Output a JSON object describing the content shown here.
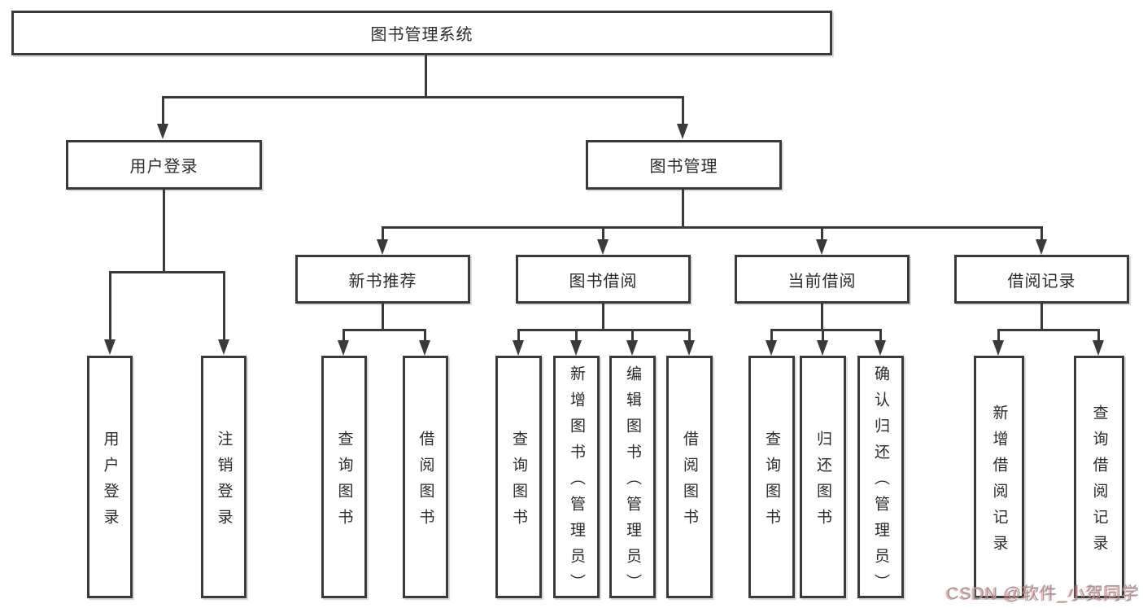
{
  "diagram": {
    "root": "图书管理系统",
    "level2": [
      "用户登录",
      "图书管理"
    ],
    "level3": [
      "新书推荐",
      "图书借阅",
      "当前借阅",
      "借阅记录"
    ],
    "leaves": [
      "用户登录",
      "注销登录",
      "查询图书",
      "借阅图书",
      "查询图书",
      "新增图书（管理员）",
      "编辑图书（管理员）",
      "借阅图书",
      "查询图书",
      "归还图书",
      "确认归还（管理员）",
      "新增借阅记录",
      "查询借阅记录"
    ]
  },
  "watermark": "CSDN @软件_小贺同学",
  "colors": {
    "line": "#3a3a3a",
    "box_border": "#3a3a3a",
    "background": "#ffffff",
    "text": "#2b2b2b",
    "watermark_gray": "#9a9a9a",
    "watermark_red": "#ec6a6a"
  }
}
